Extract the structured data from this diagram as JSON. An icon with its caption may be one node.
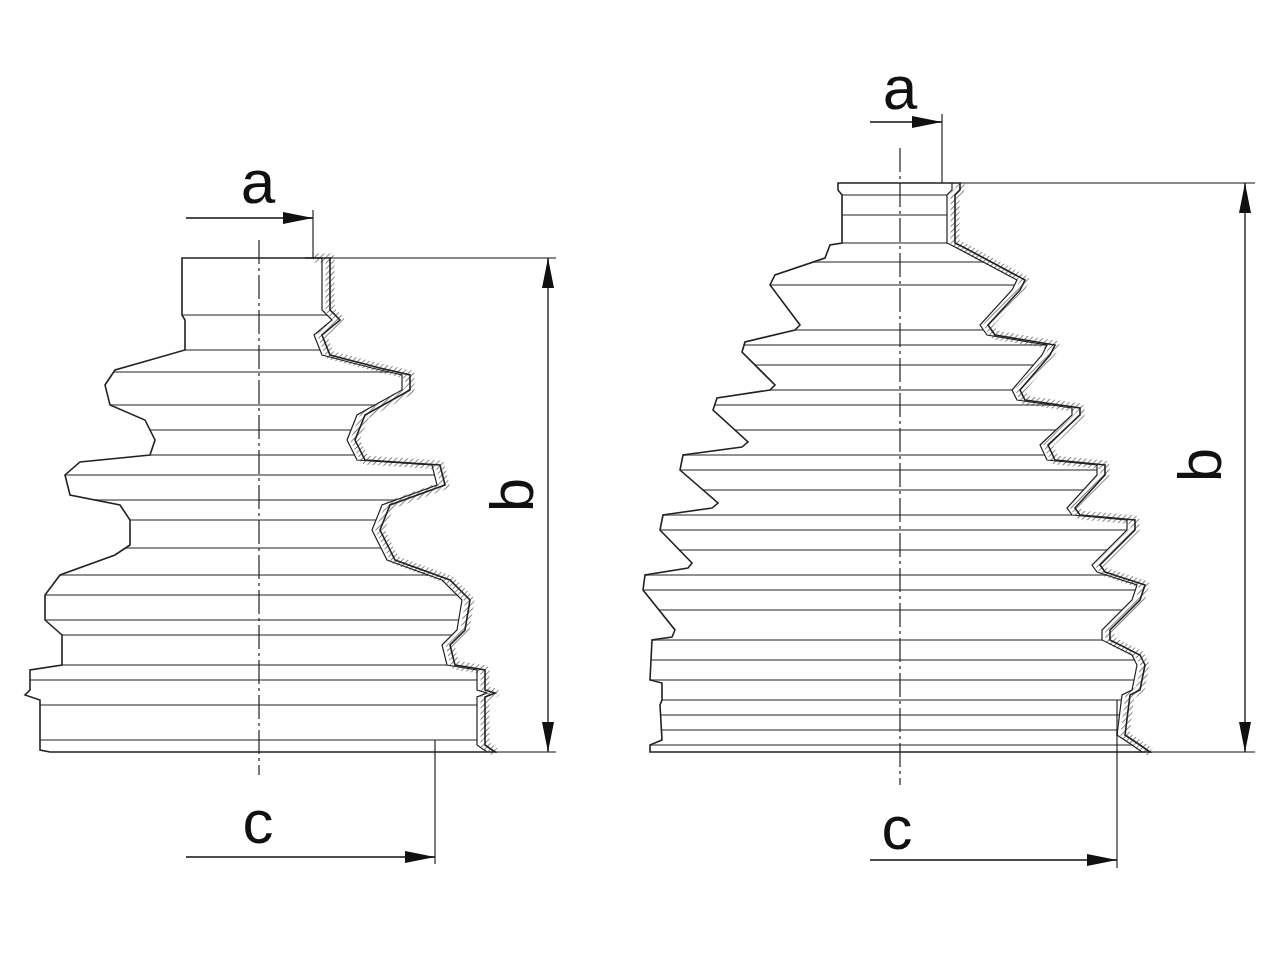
{
  "diagram": {
    "labels": [
      "a",
      "b",
      "c",
      "a",
      "b",
      "c"
    ]
  }
}
